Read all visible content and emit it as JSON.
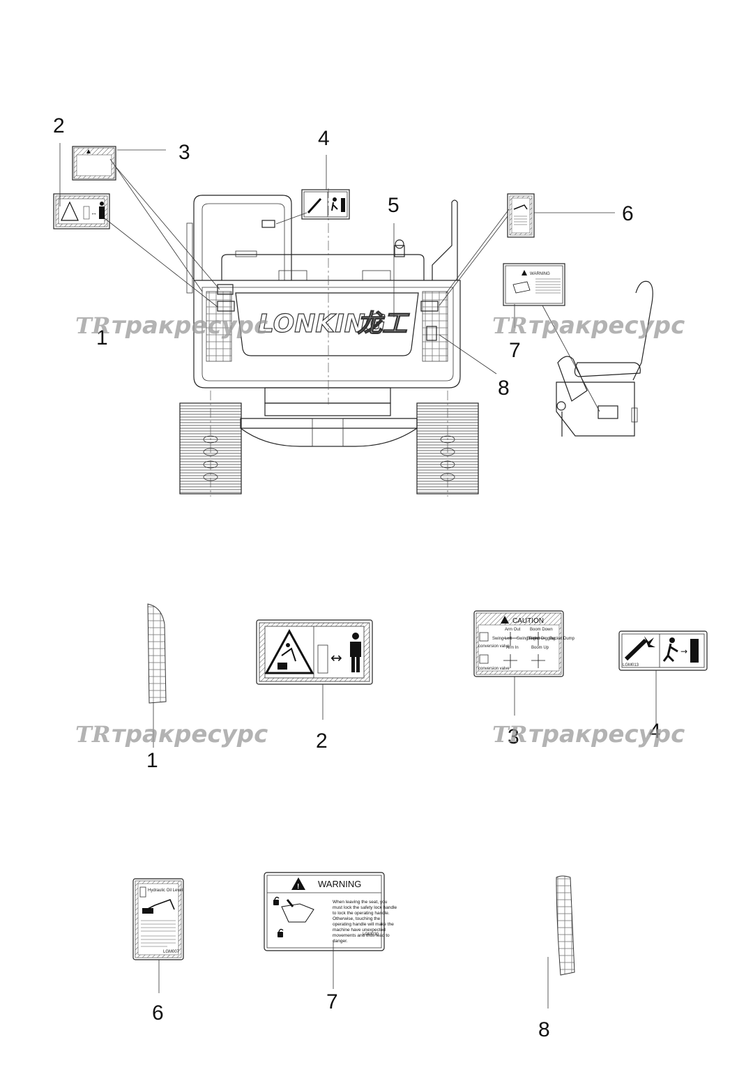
{
  "callouts": {
    "top": [
      "1",
      "2",
      "3",
      "4",
      "5",
      "6",
      "7",
      "8"
    ],
    "middle": [
      "1",
      "2",
      "3",
      "4"
    ],
    "bottom": [
      "6",
      "7",
      "8"
    ]
  },
  "watermark": {
    "logo": "TR",
    "text": "тракресурс"
  },
  "machine": {
    "brand": "LONKING",
    "brand_cn": "龙工"
  },
  "decals": {
    "caution": {
      "title": "CAUTION",
      "conversion_valve": "conversion valve",
      "arm_out": "Arm Out",
      "arm_in": "Arm In",
      "boom_down": "Boom Down",
      "boom_up": "Boom Up",
      "swing_left": "Swing Left",
      "swing_right": "Swing Right",
      "bucket_digging": "Bucket Digging",
      "bucket_dump": "Bucket Dump"
    },
    "escape": {
      "code": "LGM013"
    },
    "hydraulic": {
      "title": "Hydraulic Oil Level",
      "code": "LGM007"
    },
    "warning": {
      "title": "WARNING",
      "lines": [
        "When leaving the seat, you",
        "must lock the safety lock handle",
        "to lock the operating handle.",
        "Otherwise, touching the",
        "operating handle will make the",
        "machine have unexpected",
        "movements and thus lead to",
        "danger."
      ],
      "code": "LGM030"
    }
  },
  "colors": {
    "line": "#222222",
    "watermark": "#9a9a9a",
    "background": "#ffffff"
  }
}
